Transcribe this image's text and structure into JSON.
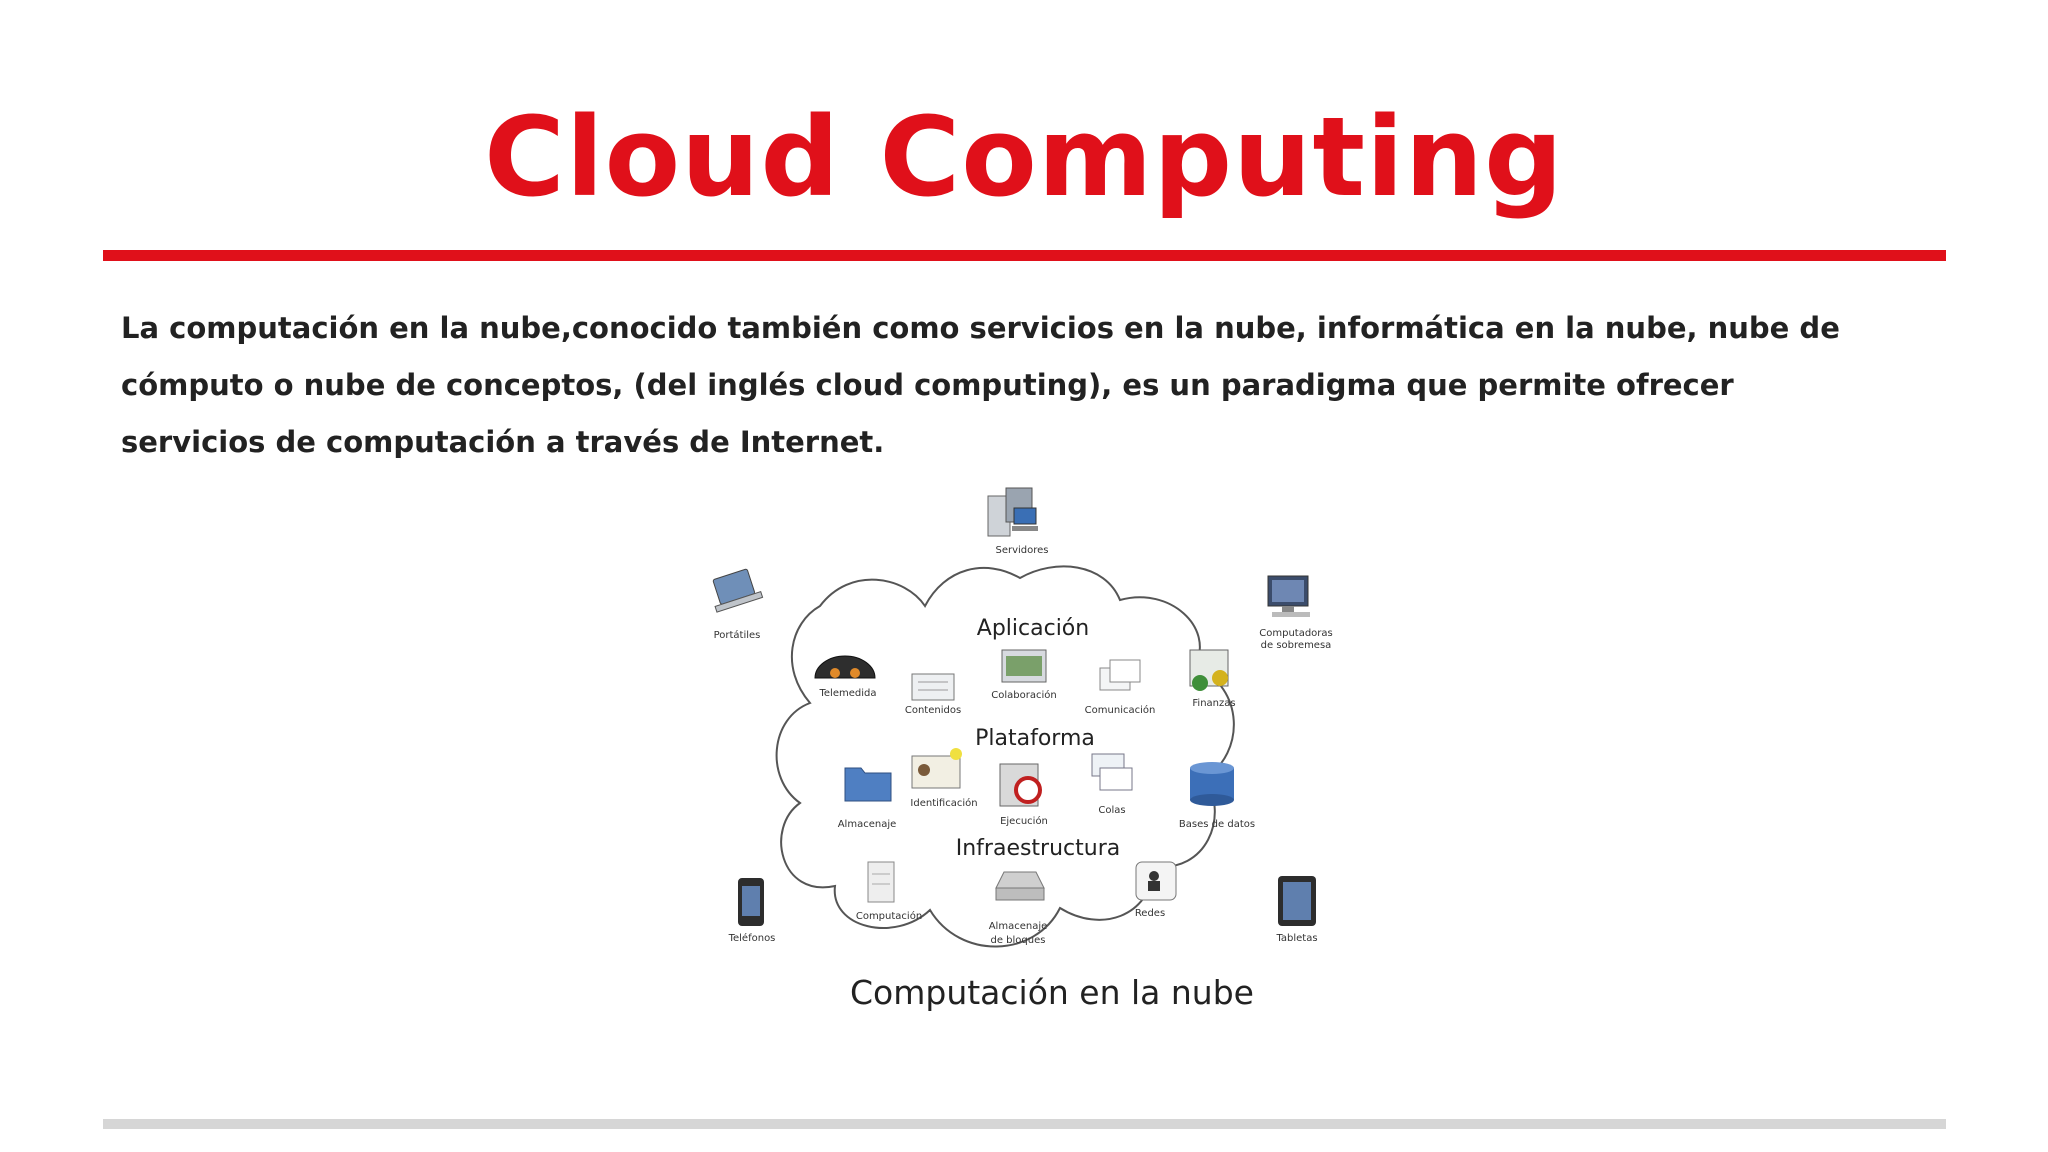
{
  "slide": {
    "title": "Cloud Computing",
    "body": "La computación en la nube,conocido también como servicios en la nube, informática en la nube, nube de cómputo o nube de conceptos, (del inglés cloud computing), es un paradigma que permite ofrecer servicios de computación a través de Internet.",
    "colors": {
      "accent": "#e0101a",
      "footer_rule": "#d6d6d6"
    }
  },
  "diagram": {
    "caption": "Computación en la nube",
    "sections": {
      "application": "Aplicación",
      "platform": "Plataforma",
      "infrastructure": "Infraestructura"
    },
    "outer": {
      "servers": "Servidores",
      "laptops": "Portátiles",
      "desktops_1": "Computadoras",
      "desktops_2": "de sobremesa",
      "phones": "Teléfonos",
      "tablets": "Tabletas"
    },
    "items": {
      "telemetry": "Telemedida",
      "content": "Contenidos",
      "collaboration": "Colaboración",
      "communication": "Comunicación",
      "finance": "Finanzas",
      "storage": "Almacenaje",
      "identity": "Identificación",
      "runtime": "Ejecución",
      "queues": "Colas",
      "databases": "Bases de datos",
      "compute": "Computación",
      "block_storage_1": "Almacenaje",
      "block_storage_2": "de bloques",
      "network": "Redes"
    }
  }
}
